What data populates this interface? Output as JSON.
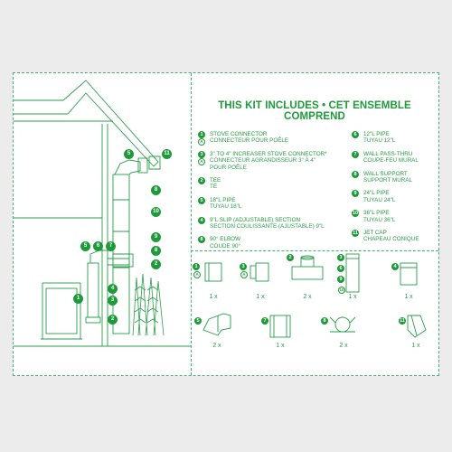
{
  "kit": {
    "title": "THIS KIT INCLUDES • CET ENSEMBLE COMPREND"
  },
  "items_left": [
    {
      "num": "1",
      "alt": "A",
      "en": "STOVE CONNECTOR",
      "fr": "CONNECTEUR POUR POÊLE"
    },
    {
      "num": "3",
      "alt": "A",
      "en": "3\" TO 4\" INCREASER STOVE CONNECTOR*",
      "fr": "CONNECTEUR AGRANDISSEUR 3\" À 4\"",
      "fr2": "POUR POÊLE"
    },
    {
      "num": "2",
      "en": "TEE",
      "fr": "TÉ"
    },
    {
      "num": "5",
      "en": "18\"L PIPE",
      "fr": "TUYAU 18\"L"
    },
    {
      "num": "4",
      "en": "9\"L SLIP (ADJUSTABLE) SECTION",
      "fr": "SECTION COULISSANTE (AJUSTABLE) 9\"L"
    },
    {
      "num": "8",
      "en": "90° ELBOW",
      "fr": "COUDE 90°"
    }
  ],
  "items_right": [
    {
      "num": "6",
      "en": "12\"L PIPE",
      "fr": "TUYAU 12\"L"
    },
    {
      "num": "7",
      "en": "WALL PASS-THRU",
      "fr": "COUPE-FEU MURAL"
    },
    {
      "num": "8",
      "en": "WALL SUPPORT",
      "fr": "SUPPORT MURAL"
    },
    {
      "num": "9",
      "en": "24\"L PIPE",
      "fr": "TUYAU 24\"L"
    },
    {
      "num": "10",
      "en": "36\"L PIPE",
      "fr": "TUYAU 36\"L"
    },
    {
      "num": "11",
      "en": "JET CAP",
      "fr": "CHAPEAU CONIQUE"
    }
  ],
  "parts": {
    "row1": [
      {
        "badge": "1",
        "alt": "A",
        "qty": "1 x"
      },
      {
        "badge": "3",
        "alt": "A",
        "qty": "1 x"
      },
      {
        "badge": "2",
        "qty": "2 x"
      },
      {
        "badge": "3",
        "badges": [
          "6",
          "9",
          "10"
        ],
        "qty": "1 x"
      },
      {
        "badge": "4",
        "qty": "1 x"
      }
    ],
    "row2": [
      {
        "badge": "5",
        "qty": "2 x"
      },
      {
        "badge": "7",
        "qty": "1 x"
      },
      {
        "badge": "8",
        "qty": "2 x"
      },
      {
        "badge": "11",
        "qty": "1 x"
      }
    ]
  },
  "callouts": [
    "5",
    "11",
    "8",
    "10",
    "9",
    "8",
    "2",
    "5",
    "6",
    "7",
    "4",
    "3",
    "1",
    "2"
  ],
  "colors": {
    "accent": "#1e9a3a",
    "line": "#3bb36e"
  }
}
